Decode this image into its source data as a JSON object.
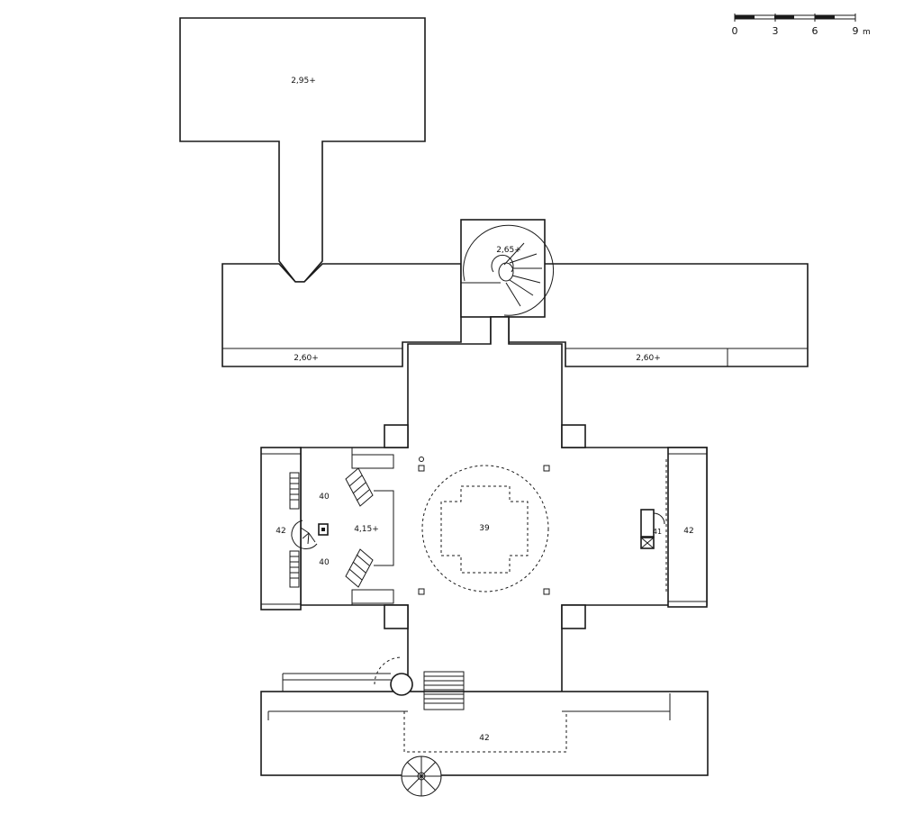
{
  "rooms": {
    "top_block": "2,95+",
    "stair_tower": "2,65+",
    "left_wing": "2,60+",
    "right_wing": "2,60+",
    "central_hall": "39",
    "left_upper": "40",
    "left_lower": "40",
    "left_middle": "4,15+",
    "left_end": "42",
    "right_end": "42",
    "right_small": "41",
    "bottom": "42"
  },
  "scale_bar": {
    "ticks": [
      "0",
      "3",
      "6",
      "9"
    ],
    "unit": "m"
  }
}
